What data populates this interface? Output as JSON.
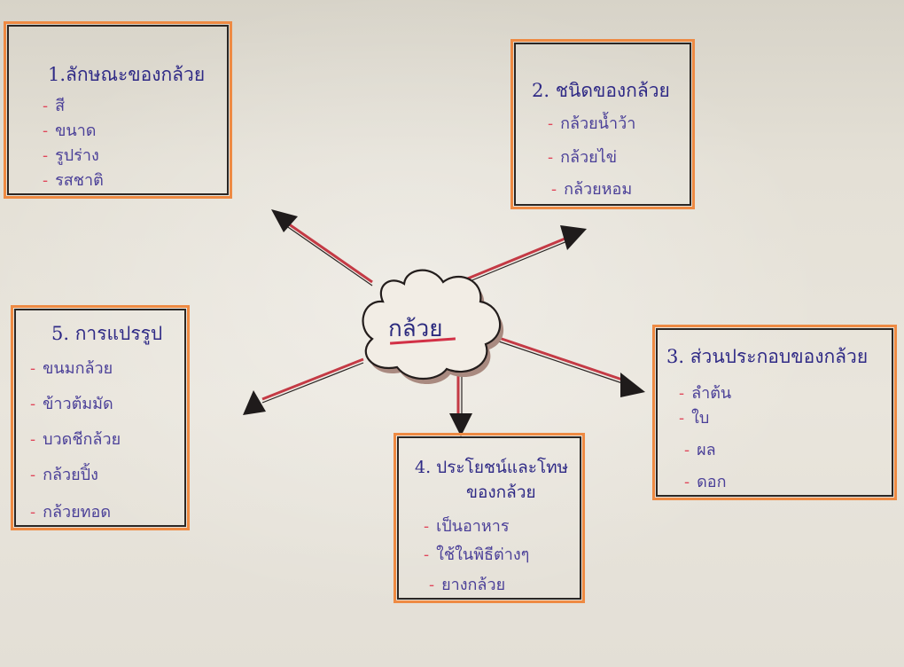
{
  "center": {
    "label": "กล้วย"
  },
  "box1": {
    "title": "1.ลักษณะของกล้วย",
    "items": [
      "สี",
      "ขนาด",
      "รูปร่าง",
      "รสชาติ"
    ]
  },
  "box2": {
    "title": "2. ชนิดของกล้วย",
    "items": [
      "กล้วยน้ำว้า",
      "กล้วยไข่",
      "กล้วยหอม"
    ]
  },
  "box3": {
    "title": "3. ส่วนประกอบของกล้วย",
    "items": [
      "ลำต้น",
      "ใบ",
      "ผล",
      "ดอก"
    ]
  },
  "box4": {
    "title_line1": "4. ประโยชน์และโทษ",
    "title_line2": "ของกล้วย",
    "items": [
      "เป็นอาหาร",
      "ใช้ในพิธีต่างๆ",
      "ยางกล้วย"
    ]
  },
  "box5": {
    "title": "5. การแปรรูป",
    "items": [
      "ขนมกล้วย",
      "ข้าวต้มมัด",
      "บวดชีกล้วย",
      "กล้วยปิ้ง",
      "กล้วยทอด"
    ]
  },
  "colors": {
    "ink": "#3b348a",
    "dash": "#e0465a",
    "box_outline": "#ee8a43",
    "arrow_line": "#c43a45",
    "cloud_fill": "#f2ede5",
    "cloud_shadow": "#a98a80"
  }
}
